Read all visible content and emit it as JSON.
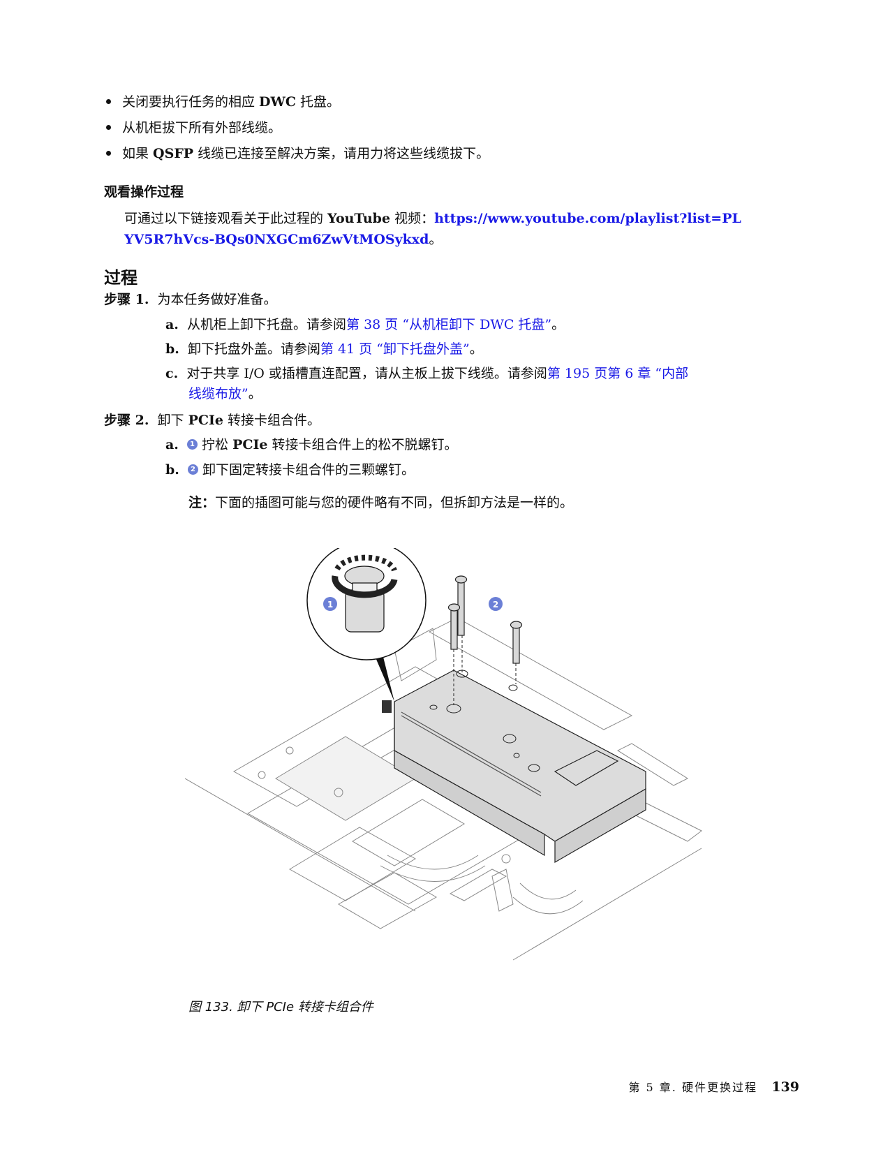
{
  "prerequisites": {
    "bullets": [
      {
        "pre": "关闭要执行任务的相应 ",
        "bold": "DWC",
        "post": " 托盘。"
      },
      {
        "pre": "从机柜拔下所有外部线缆。",
        "bold": "",
        "post": ""
      },
      {
        "pre": "如果 ",
        "bold": "QSFP",
        "post": " 线缆已连接至解决方案，请用力将这些线缆拔下。"
      }
    ]
  },
  "watch": {
    "heading": "观看操作过程",
    "text_pre": "可通过以下链接观看关于此过程的 ",
    "text_bold": "YouTube",
    "text_post": " 视频：",
    "link_line1": "https://www.youtube.com/playlist?list=PL",
    "link_line2": "YV5R7hVcs-BQs0NXGCm6ZwVtMOSykxd",
    "link_end": "。"
  },
  "procedure": {
    "heading": "过程",
    "step1": {
      "label": "步骤 1.",
      "text": "为本任务做好准备。",
      "a": {
        "letter": "a.",
        "text": "从机柜上卸下托盘。请参阅",
        "link": "第 38 页 “从机柜卸下 DWC 托盘”",
        "end": "。"
      },
      "b": {
        "letter": "b.",
        "text": "卸下托盘外盖。请参阅",
        "link": "第 41 页 “卸下托盘外盖”",
        "end": "。"
      },
      "c": {
        "letter": "c.",
        "text": "对于共享 I/O 或插槽直连配置，请从主板上拔下线缆。请参阅",
        "link": "第 195 页第 6 章 “内部",
        "link2": "线缆布放”",
        "end": "。"
      }
    },
    "step2": {
      "label": "步骤 2.",
      "text_pre": "卸下 ",
      "text_bold": "PCIe",
      "text_post": " 转接卡组合件。",
      "a": {
        "letter": "a.",
        "badge": "1",
        "pre": "拧松 ",
        "bold": "PCIe",
        "post": " 转接卡组合件上的松不脱螺钉。"
      },
      "b": {
        "letter": "b.",
        "badge": "2",
        "text": "卸下固定转接卡组合件的三颗螺钉。"
      },
      "note_label": "注：",
      "note_text": "下面的插图可能与您的硬件略有不同，但拆卸方法是一样的。"
    }
  },
  "figure": {
    "callouts": [
      "1",
      "2"
    ],
    "caption": "图 133. 卸下 PCIe 转接卡组合件",
    "accent_color": "#6b7fd6"
  },
  "footer": {
    "chapter": "第 5 章. 硬件更换过程",
    "page_number": "139"
  }
}
